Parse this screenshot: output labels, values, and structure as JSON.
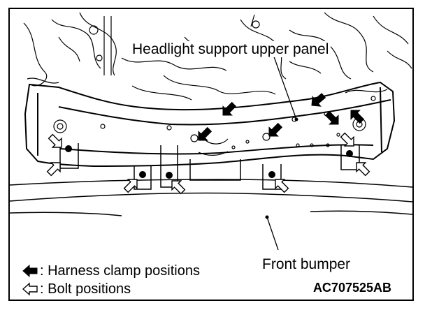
{
  "figure": {
    "labels": {
      "headlight_support_upper_panel": "Headlight support upper panel",
      "front_bumper": "Front bumper"
    },
    "legend": {
      "harness_clamp": ": Harness clamp positions",
      "bolt": ": Bolt positions"
    },
    "figure_code": "AC707525AB",
    "colors": {
      "line": "#000000",
      "background": "#ffffff"
    },
    "icons": {
      "harness_clamp": "solid-arrow-icon",
      "bolt": "outline-arrow-icon"
    }
  }
}
